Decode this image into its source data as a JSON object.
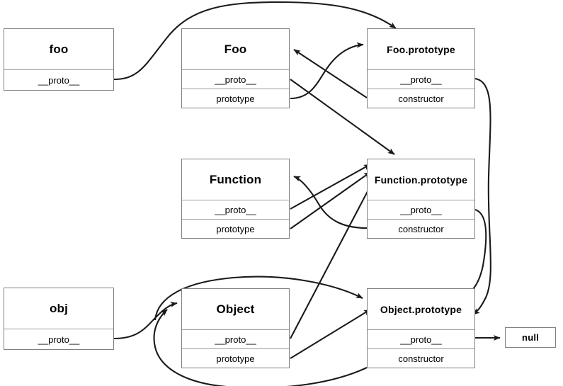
{
  "diagram": {
    "title": "JavaScript prototype chain diagram",
    "background_color": "#ffffff",
    "line_color": "#1a1a1a",
    "box_border_color": "#808080",
    "text_color": "#000000",
    "field_names": {
      "proto": "__proto__",
      "prototype": "prototype",
      "constructor": "constructor"
    },
    "nodes": [
      {
        "id": "foo",
        "title": "foo",
        "fields": [
          "__proto__"
        ]
      },
      {
        "id": "Foo",
        "title": "Foo",
        "fields": [
          "__proto__",
          "prototype"
        ]
      },
      {
        "id": "Foo.prototype",
        "title": "Foo.prototype",
        "fields": [
          "__proto__",
          "constructor"
        ]
      },
      {
        "id": "Function",
        "title": "Function",
        "fields": [
          "__proto__",
          "prototype"
        ]
      },
      {
        "id": "Function.prototype",
        "title": "Function.prototype",
        "fields": [
          "__proto__",
          "constructor"
        ]
      },
      {
        "id": "obj",
        "title": "obj",
        "fields": [
          "__proto__"
        ]
      },
      {
        "id": "Object",
        "title": "Object",
        "fields": [
          "__proto__",
          "prototype"
        ]
      },
      {
        "id": "Object.prototype",
        "title": "Object.prototype",
        "fields": [
          "__proto__",
          "constructor"
        ]
      },
      {
        "id": "null",
        "title": "null",
        "fields": []
      }
    ],
    "edges": [
      {
        "from": "foo.__proto__",
        "to": "Foo.prototype"
      },
      {
        "from": "Foo.prototype_field",
        "to": "Foo.prototype"
      },
      {
        "from": "Foo.prototype.constructor",
        "to": "Foo"
      },
      {
        "from": "Foo.__proto__",
        "to": "Function.prototype"
      },
      {
        "from": "Foo.prototype.__proto__",
        "to": "Object.prototype"
      },
      {
        "from": "Function.__proto__",
        "to": "Function.prototype"
      },
      {
        "from": "Function.prototype_field",
        "to": "Function.prototype"
      },
      {
        "from": "Function.prototype.constructor",
        "to": "Function"
      },
      {
        "from": "Function.prototype.__proto__",
        "to": "Object.prototype"
      },
      {
        "from": "obj.__proto__",
        "to": "Object.prototype"
      },
      {
        "from": "Object.__proto__",
        "to": "Function.prototype"
      },
      {
        "from": "Object.prototype_field",
        "to": "Object.prototype"
      },
      {
        "from": "Object.prototype.constructor",
        "to": "Object"
      },
      {
        "from": "Object.prototype.__proto__",
        "to": "null"
      }
    ]
  }
}
